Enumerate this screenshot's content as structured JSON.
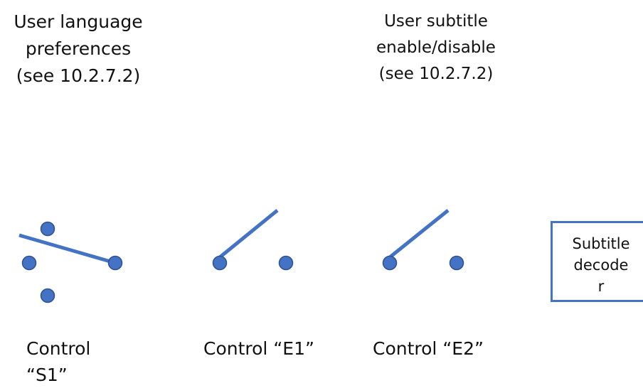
{
  "labels": {
    "language_pref": "User language\npreferences\n(see 10.2.7.2)",
    "subtitle_enable": "User subtitle\nenable/disable\n(see 10.2.7.2)"
  },
  "controls": {
    "s1": "Control\n“S1”",
    "e1": "Control “E1”",
    "e2": "Control “E2”"
  },
  "decoder": {
    "label": "Subtitle\ndecode\nr"
  },
  "colors": {
    "accent": "#4472c4",
    "node_fill": "#4472c4",
    "node_stroke": "#2f528f"
  }
}
